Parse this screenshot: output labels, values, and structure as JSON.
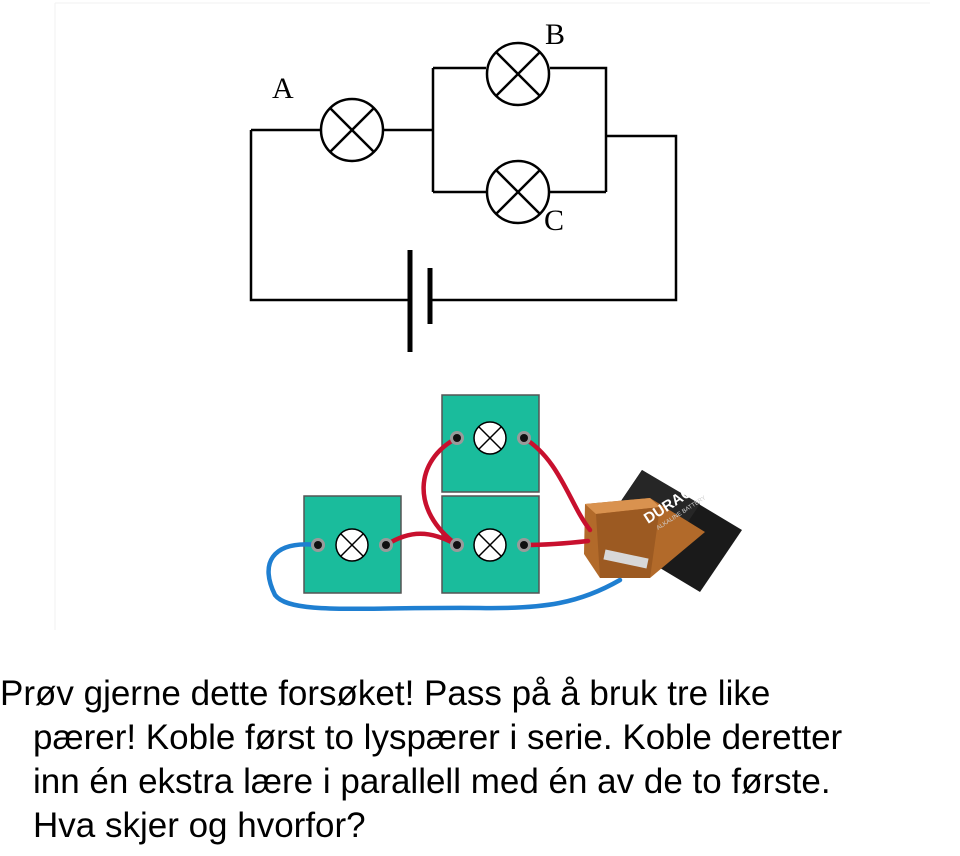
{
  "diagram": {
    "labels": {
      "a": "A",
      "b": "B",
      "c": "C"
    },
    "battery_brand": "DURACELL",
    "battery_subtext": "ALKALINE BATTERY",
    "colors": {
      "board": "#1abc9c",
      "red_wire": "#c8102e",
      "blue_wire": "#1f7fd1",
      "battery_body": "#1a1a1a",
      "battery_cap": "#b26a2a"
    }
  },
  "caption": {
    "lines": [
      "Prøv gjerne dette forsøket! Pass på å bruk tre like",
      "pærer! Koble først to lyspærer i serie. Koble deretter",
      "inn én ekstra lære i parallell med én av de to første.",
      "Hva skjer og hvorfor?"
    ]
  }
}
